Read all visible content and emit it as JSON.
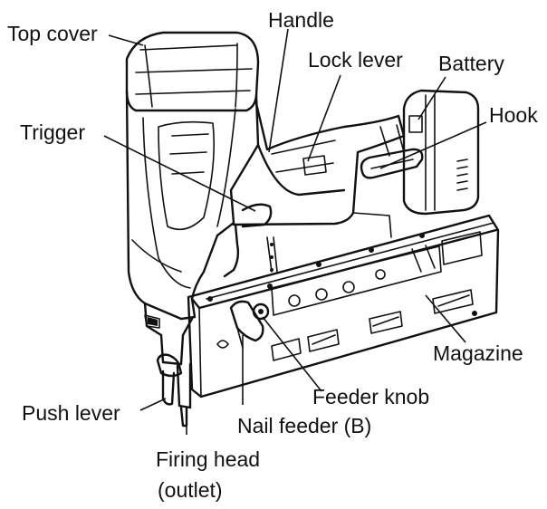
{
  "labels": {
    "top_cover": "Top cover",
    "handle": "Handle",
    "lock_lever": "Lock lever",
    "battery": "Battery",
    "hook": "Hook",
    "trigger": "Trigger",
    "magazine": "Magazine",
    "feeder_knob": "Feeder knob",
    "push_lever": "Push lever",
    "nail_feeder_b": "Nail feeder (B)",
    "firing_head_line1": "Firing head",
    "firing_head_line2": "(outlet)"
  },
  "colors": {
    "line": "#111111",
    "background": "#ffffff"
  }
}
